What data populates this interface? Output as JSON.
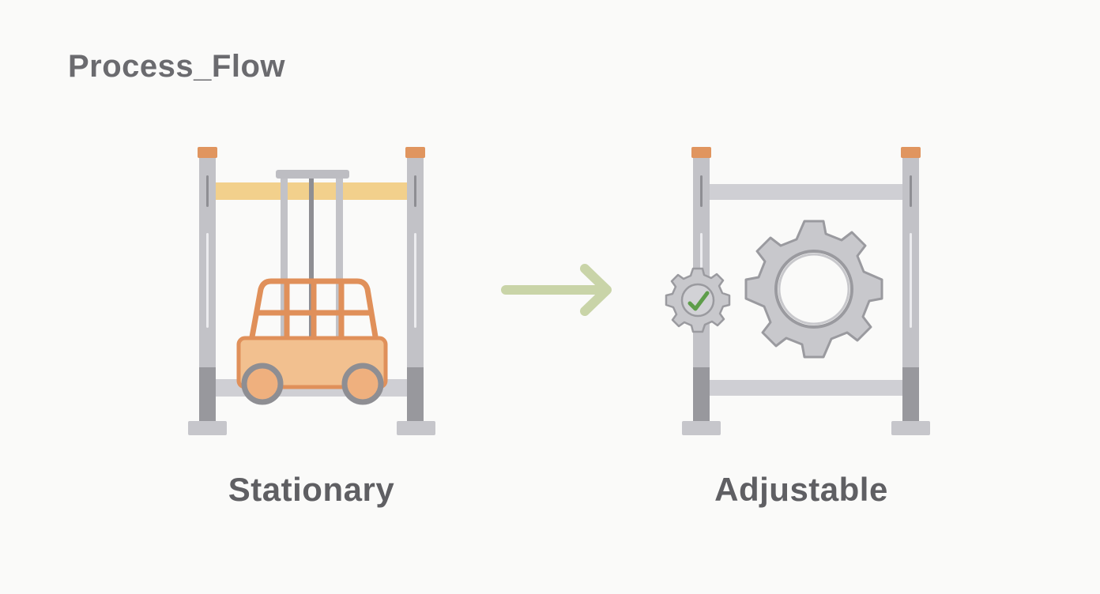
{
  "title": "Process_Flow",
  "stages": [
    {
      "label": "Stationary",
      "icon": "forklift-in-rack-icon"
    },
    {
      "label": "Adjustable",
      "icon": "gear-in-rack-icon"
    }
  ],
  "connector": {
    "icon": "arrow-right-icon"
  },
  "colors": {
    "text": "#6b6b6f",
    "rack_metal": "#bdbdc2",
    "rack_dark": "#8e8e93",
    "cap": "#e0955f",
    "beam_highlight": "#f2d08c",
    "forklift_outline": "#e0905a",
    "forklift_fill": "#f2c08f",
    "arrow": "#c9d4a8",
    "gear": "#c8c8cc",
    "check": "#5e9d4a"
  }
}
